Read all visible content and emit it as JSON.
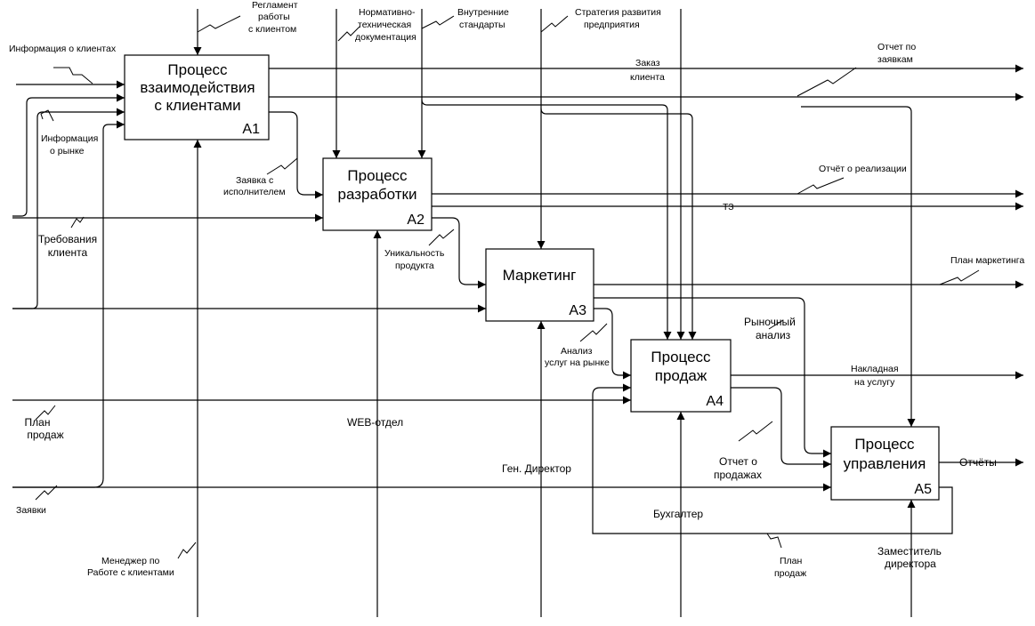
{
  "boxes": {
    "a1": {
      "title": [
        "Процесс",
        "взаимодействия",
        "с клиентами"
      ],
      "code": "A1"
    },
    "a2": {
      "title": [
        "Процесс",
        "разработки"
      ],
      "code": "A2"
    },
    "a3": {
      "title": [
        "Маркетинг"
      ],
      "code": "A3"
    },
    "a4": {
      "title": [
        "Процесс",
        "продаж"
      ],
      "code": "A4"
    },
    "a5": {
      "title": [
        "Процесс",
        "управления"
      ],
      "code": "A5"
    }
  },
  "labels": {
    "info_clients": "Информация о клиентах",
    "info_market": [
      "Информация",
      "о рынке"
    ],
    "client_req": [
      "Требования",
      "клиента"
    ],
    "sales_plan_in": [
      "План",
      "продаж"
    ],
    "requests": "Заявки",
    "reglament": [
      "Регламент",
      "работы",
      "с клиентом"
    ],
    "normative": [
      "Нормативно-",
      "техническая",
      "документация"
    ],
    "internal_std": [
      "Внутренние",
      "стандарты"
    ],
    "strategy": [
      "Стратегия развития",
      "предприятия"
    ],
    "order_client": [
      "Заказ",
      "клиента"
    ],
    "report_requests": [
      "Отчет по",
      "заявкам"
    ],
    "request_executor": [
      "Заявка с",
      "исполнителем"
    ],
    "sales_report_realization": "Отчёт о реализации",
    "tz": "ТЗ",
    "uniqueness": [
      "Уникальность",
      "продукта"
    ],
    "marketing_plan": "План маркетинга",
    "market_analysis": [
      "Рыночный",
      "анализ"
    ],
    "services_analysis": [
      "Анализ",
      "услуг на рынке"
    ],
    "invoice": [
      "Накладная",
      "на услугу"
    ],
    "sales_report": [
      "Отчет о",
      "продажах"
    ],
    "reports": "Отчёты",
    "sales_plan_fb": [
      "План",
      "продаж"
    ],
    "manager": [
      "Менеджер по",
      "Работе с клиентами"
    ],
    "web_dept": "WEB-отдел",
    "gen_director": "Ген. Директор",
    "accountant": "Бухгалтер",
    "deputy": [
      "Заместитель",
      "директора"
    ]
  }
}
